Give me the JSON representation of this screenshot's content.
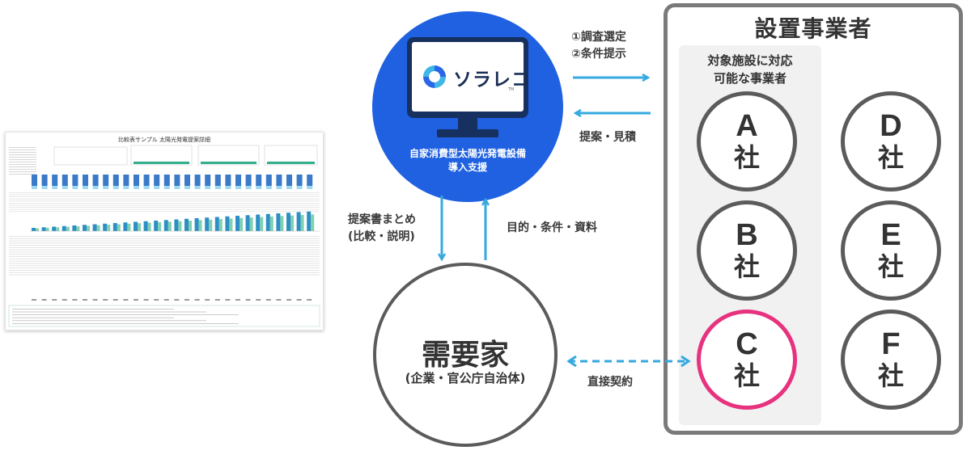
{
  "sheet": {
    "title": "比較表サンプル 太陽光発電提案詳細"
  },
  "hub": {
    "brand": "ソラレコ",
    "trademark": "TM",
    "label_line1": "自家消費型太陽光発電設備",
    "label_line2": "導入支援"
  },
  "flows": {
    "to_installers_line1": "①調査選定",
    "to_installers_line2": "②条件提示",
    "from_installers": "提案・見積",
    "to_consumer_line1": "提案書まとめ",
    "to_consumer_line2": "(比較・説明)",
    "from_consumer": "目的・条件・資料",
    "direct_contract": "直接契約"
  },
  "consumer": {
    "title": "需要家",
    "subtitle": "(企業・官公庁自治体)"
  },
  "installers": {
    "title": "設置事業者",
    "capable_line1": "対象施設に対応",
    "capable_line2": "可能な事業者",
    "companies": [
      {
        "letter": "A",
        "suffix": "社"
      },
      {
        "letter": "B",
        "suffix": "社"
      },
      {
        "letter": "C",
        "suffix": "社"
      },
      {
        "letter": "D",
        "suffix": "社"
      },
      {
        "letter": "E",
        "suffix": "社"
      },
      {
        "letter": "F",
        "suffix": "社"
      }
    ]
  },
  "colors": {
    "hub_blue": "#1f61e0",
    "arrow_blue": "#35a9e0",
    "circle_gray": "#5b5b5b",
    "highlight_pink": "#e7327f",
    "panel_gray": "#7a7a7a"
  }
}
